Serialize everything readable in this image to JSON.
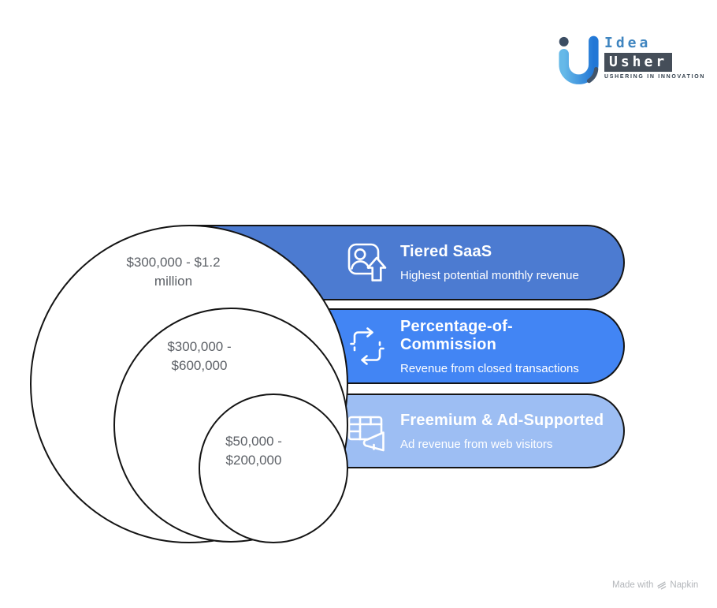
{
  "logo": {
    "brand_top": "Idea",
    "brand_bottom": "Usher",
    "tagline": "USHERING IN INNOVATION"
  },
  "items": [
    {
      "title": "Tiered SaaS",
      "subtitle": "Highest potential monthly revenue",
      "range_lines": [
        "$300,000 - $1.2",
        "million"
      ],
      "range": "$300,000 - $1.2 million",
      "color": "#4c7bd1",
      "icon": "user-upgrade-icon"
    },
    {
      "title": "Percentage-of-Commission",
      "subtitle": "Revenue from closed transactions",
      "range_lines": [
        "$300,000 -",
        "$600,000"
      ],
      "range": "$300,000 - $600,000",
      "color": "#4285f4",
      "icon": "transaction-arrows-icon"
    },
    {
      "title": "Freemium & Ad-Supported",
      "subtitle": "Ad revenue from web visitors",
      "range_lines": [
        "$50,000 -",
        "$200,000"
      ],
      "range": "$50,000 - $200,000",
      "color": "#9dbef3",
      "icon": "table-megaphone-icon"
    }
  ],
  "footer": {
    "made_with": "Made with",
    "brand": "Napkin"
  },
  "colors": {
    "bar_tiered_saas": "#4c7bd1",
    "bar_percentage_commission": "#4285f4",
    "bar_freemium": "#9dbef3",
    "outline": "#141414",
    "range_text": "#5d6167",
    "logo_blue": "#3f85c0",
    "logo_box": "#454e59",
    "footer_text": "#b3b6ba"
  }
}
